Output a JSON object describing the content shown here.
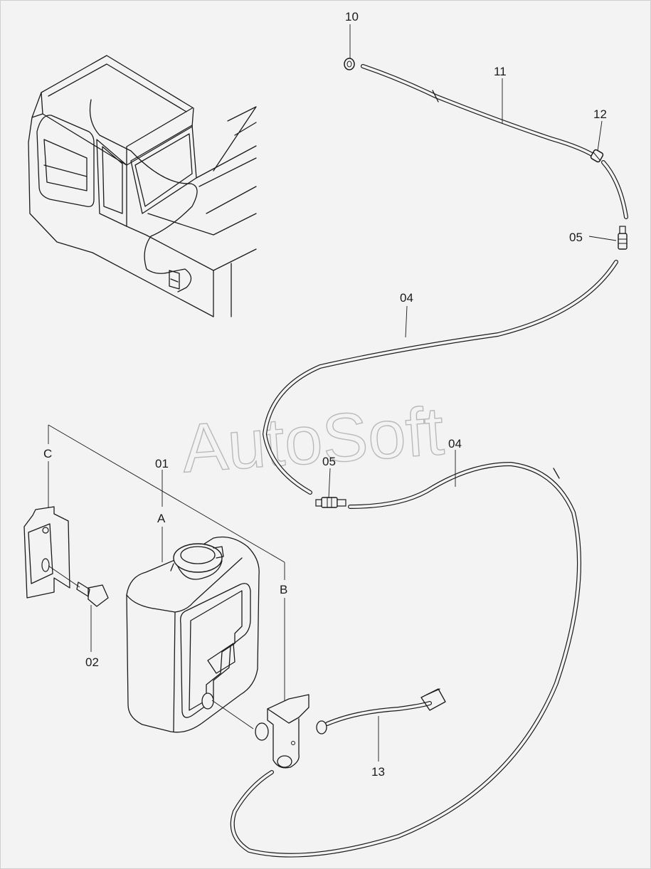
{
  "diagram": {
    "watermark": "AutoSoft",
    "callouts": {
      "part_10": "10",
      "part_11": "11",
      "part_12": "12",
      "part_05_upper": "05",
      "part_04_upper": "04",
      "part_05_lower": "05",
      "part_04_lower": "04",
      "part_01": "01",
      "ref_a": "A",
      "ref_b": "B",
      "ref_c": "C",
      "part_02": "02",
      "part_13": "13"
    }
  }
}
